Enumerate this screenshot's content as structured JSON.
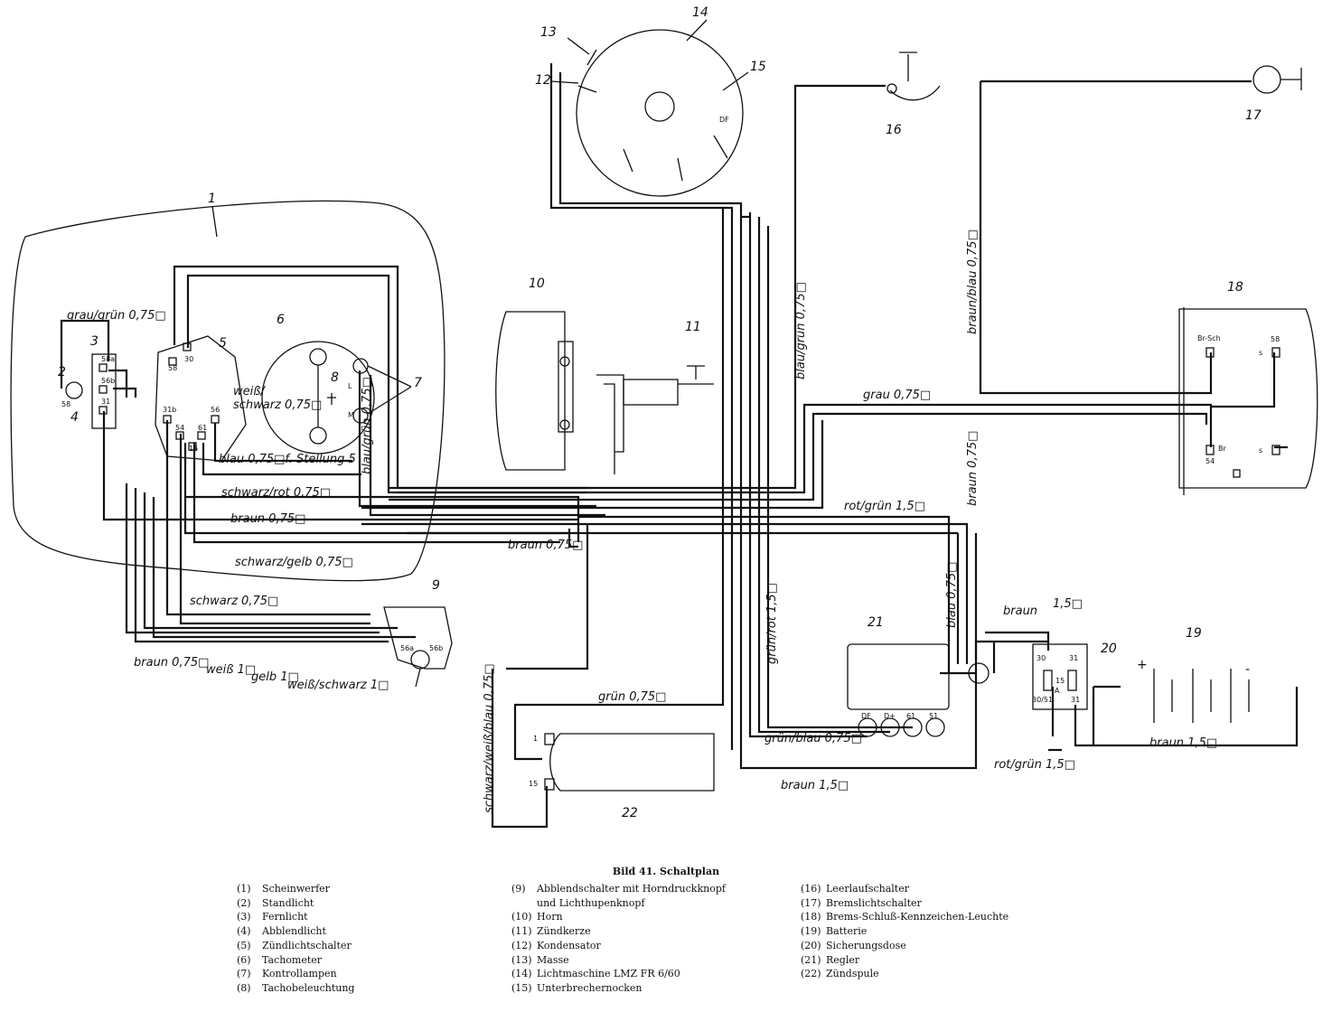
{
  "caption": "Bild 41. Schaltplan",
  "legend": [
    [
      {
        "n": "(1)",
        "t": "Scheinwerfer"
      },
      {
        "n": "(2)",
        "t": "Standlicht"
      },
      {
        "n": "(3)",
        "t": "Fernlicht"
      },
      {
        "n": "(4)",
        "t": "Abblendlicht"
      },
      {
        "n": "(5)",
        "t": "Zündlichtschalter"
      },
      {
        "n": "(6)",
        "t": "Tachometer"
      },
      {
        "n": "(7)",
        "t": "Kontrollampen"
      },
      {
        "n": "(8)",
        "t": "Tachobeleuchtung"
      }
    ],
    [
      {
        "n": "(9)",
        "t": "Abblendschalter mit Horndruckknopf"
      },
      {
        "n": "",
        "t": "und Lichthupenknopf"
      },
      {
        "n": "(10)",
        "t": "Horn"
      },
      {
        "n": "(11)",
        "t": "Zündkerze"
      },
      {
        "n": "(12)",
        "t": "Kondensator"
      },
      {
        "n": "(13)",
        "t": "Masse"
      },
      {
        "n": "(14)",
        "t": "Lichtmaschine LMZ FR 6/60"
      },
      {
        "n": "(15)",
        "t": "Unterbrechernocken"
      }
    ],
    [
      {
        "n": "(16)",
        "t": "Leerlaufschalter"
      },
      {
        "n": "(17)",
        "t": "Bremslichtschalter"
      },
      {
        "n": "(18)",
        "t": "Brems-Schluß-Kennzeichen-Leuchte"
      },
      {
        "n": "(19)",
        "t": "Batterie"
      },
      {
        "n": "(20)",
        "t": "Sicherungsdose"
      },
      {
        "n": "(21)",
        "t": "Regler"
      },
      {
        "n": "(22)",
        "t": "Zündspule"
      }
    ]
  ],
  "components": {
    "n1": "1",
    "n2": "2",
    "n3": "3",
    "n4": "4",
    "n5": "5",
    "n6": "6",
    "n7": "7",
    "n8": "8",
    "n9": "9",
    "n10": "10",
    "n11": "11",
    "n12": "12",
    "n13": "13",
    "n14": "14",
    "n15": "15",
    "n16": "16",
    "n17": "17",
    "n18": "18",
    "n19": "19",
    "n20": "20",
    "n21": "21",
    "n22": "22"
  },
  "wires": {
    "grau_gruen": "grau/grün 0,75□",
    "weiss_schwarz": "weiß/",
    "weiss_schwarz2": "schwarz 0,75□",
    "blau_stellung": "blau 0,75□f. Stellung 5",
    "blau_gruen": "blau/grün 0,75□",
    "schwarz_rot": "schwarz/rot 0,75□",
    "braun_075": "braun 0,75□",
    "schwarz_gelb": "schwarz/gelb 0,75□",
    "braun_075b": "braun 0,75□",
    "schwarz_075": "schwarz 0,75□",
    "braun_075c": "braun 0,75□",
    "weiss_1": "weiß 1□",
    "gelb_1": "gelb 1□",
    "weiss_schwarz_1": "weiß/schwarz 1□",
    "blau_gruen_075": "blau/grün 0,75□",
    "braun_blau_075": "braun/blau 0,75□",
    "grau_075": "grau 0,75□",
    "braun_075_v": "braun 0,75□",
    "rot_gruen_15": "rot/grün 1,5□",
    "gruen_rot_15": "grün/rot 1,5□",
    "blau_075_v": "blau 0,75□",
    "braun_15": "braun",
    "braun_15b": "1,5□",
    "gruen_075": "grün 0,75□",
    "gruen_blau_075": "grün/blau 0,75□",
    "braun_15c": "braun 1,5□",
    "rot_gruen_15b": "rot/grün 1,5□",
    "braun_15d": "braun 1,5□",
    "schwarz_weiss_blau": "schwarz/weiß/blau 0,75□"
  },
  "terminals": {
    "t58": "58",
    "t58b": "58",
    "t30": "30",
    "t58a": "58a",
    "t56b": "56b",
    "t31": "31",
    "t31b": "31b",
    "t54": "54",
    "t61": "61",
    "t56": "56",
    "t15": "15",
    "tL": "L",
    "tM": "M",
    "t56a": "56a",
    "t56b2": "56b",
    "tDF": "DF",
    "tBrSch": "Br-Sch",
    "t58r": "58",
    "tS": "s",
    "tBr": "Br",
    "t54r": "54",
    "tS2": "s",
    "tDF2": "DF",
    "tDp": "D+",
    "t61r": "61",
    "t51": "51",
    "t30r": "30",
    "t31r": "31",
    "t15r": "15",
    "tA": "A",
    "t30_51": "30/51",
    "t31r2": "31",
    "t1": "1",
    "t15c": "15",
    "plus": "+",
    "minus": "-"
  }
}
